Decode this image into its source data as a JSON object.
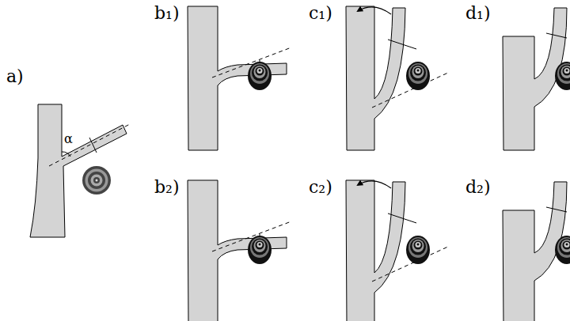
{
  "diagram": {
    "labels": [
      "a)",
      "α",
      "b₁)",
      "c₁)",
      "d₁)",
      "b₂)",
      "c₂)",
      "d₂)"
    ]
  }
}
